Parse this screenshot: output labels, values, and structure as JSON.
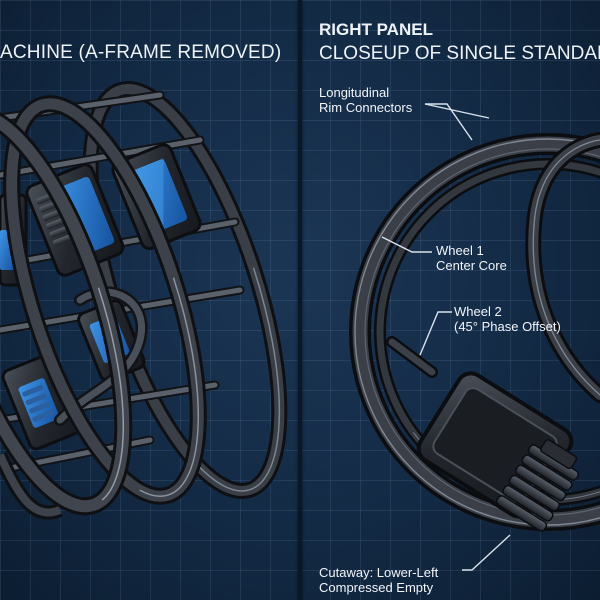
{
  "left_panel": {
    "title": "ACHINE (A-FRAME REMOVED)"
  },
  "right_panel": {
    "heading": "RIGHT PANEL",
    "subtitle": "CLOSEUP OF SINGLE STANDAR",
    "callouts": {
      "rim_connectors": [
        "Longitudinal",
        "Rim Connectors"
      ],
      "center_core": [
        "Wheel 1",
        "Center Core"
      ],
      "phase_offset": [
        "Wheel 2",
        "(45° Phase Offset)"
      ],
      "cutaway": [
        "Cutaway: Lower-Left",
        "Compressed Empty"
      ]
    }
  },
  "colors": {
    "background": "#132a45",
    "grid": "#8cafd2",
    "metal_dark": "#1c1f24",
    "metal_mid": "#3a3f47",
    "metal_highlight": "#8a929c",
    "accent_blue": "#1f6fc4",
    "label_text": "#eef3f8",
    "leader_line": "#d8e2ec"
  }
}
